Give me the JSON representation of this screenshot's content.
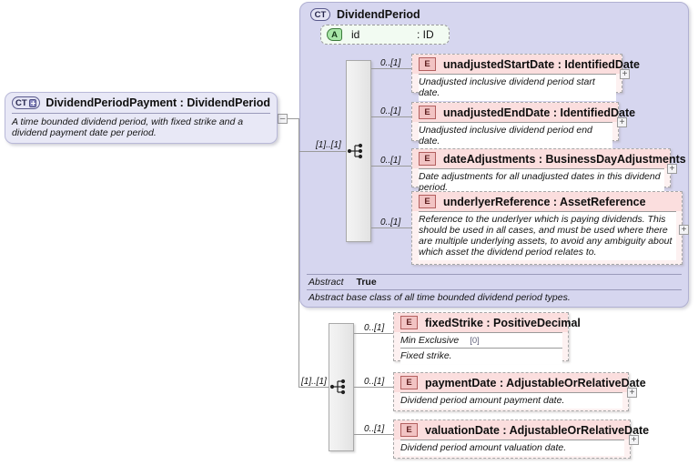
{
  "diagram": {
    "kind": "xsd-schema-diagram",
    "background": "#ffffff"
  },
  "colors": {
    "complex_type_fill": "#d6d6ef",
    "complex_type_ref_fill": "#e8e8f6",
    "element_fill": "#fbdede",
    "element_body_fill": "#ffffff",
    "attribute_fill": "#f2fbf2",
    "attribute_badge": "#a8e6a8",
    "element_badge": "#f2c3c3",
    "sequence_bar": "#ededed",
    "connector_line": "#9a9a9a"
  },
  "root": {
    "badge": "CT",
    "badge_icon": "complextype-plus-icon",
    "title": "DividendPeriodPayment : DividendPeriod",
    "description": "A time bounded dividend period, with fixed strike and a dividend payment date per period.",
    "collapse_toggle": "–"
  },
  "container": {
    "badge": "CT",
    "title": "DividendPeriod",
    "attribute": {
      "badge": "A",
      "name": "id",
      "type": ": ID"
    },
    "sequence": {
      "cardinality": "[1]..[1]",
      "icon": "sequence-icon"
    },
    "elements": [
      {
        "badge": "E",
        "cardinality": "0..[1]",
        "title": "unadjustedStartDate : IdentifiedDate",
        "description": "Unadjusted inclusive dividend period start date.",
        "expand": "+"
      },
      {
        "badge": "E",
        "cardinality": "0..[1]",
        "title": "unadjustedEndDate : IdentifiedDate",
        "description": "Unadjusted inclusive dividend period end date.",
        "expand": "+"
      },
      {
        "badge": "E",
        "cardinality": "0..[1]",
        "title": "dateAdjustments : BusinessDayAdjustments",
        "description": "Date adjustments for all unadjusted dates in this dividend period.",
        "expand": "+"
      },
      {
        "badge": "E",
        "cardinality": "0..[1]",
        "title": "underlyerReference : AssetReference",
        "description": "Reference to the underlyer which is paying dividends. This should be used in all cases, and must be used where there are multiple underlying assets, to avoid any ambiguity about which asset the dividend period relates to.",
        "expand": "+"
      }
    ],
    "footer": {
      "abstract_key": "Abstract",
      "abstract_value": "True",
      "abstract_description": "Abstract base class of all time bounded dividend period types."
    }
  },
  "extension": {
    "sequence": {
      "cardinality": "[1]..[1]",
      "icon": "sequence-icon"
    },
    "elements": [
      {
        "badge": "E",
        "cardinality": "0..[1]",
        "title": "fixedStrike : PositiveDecimal",
        "facet_key": "Min Exclusive",
        "facet_value": "[0]",
        "description": "Fixed strike.",
        "expand": null
      },
      {
        "badge": "E",
        "cardinality": "0..[1]",
        "title": "paymentDate : AdjustableOrRelativeDate",
        "description": "Dividend period amount payment date.",
        "expand": "+"
      },
      {
        "badge": "E",
        "cardinality": "0..[1]",
        "title": "valuationDate : AdjustableOrRelativeDate",
        "description": "Dividend period amount valuation date.",
        "expand": "+"
      }
    ]
  }
}
